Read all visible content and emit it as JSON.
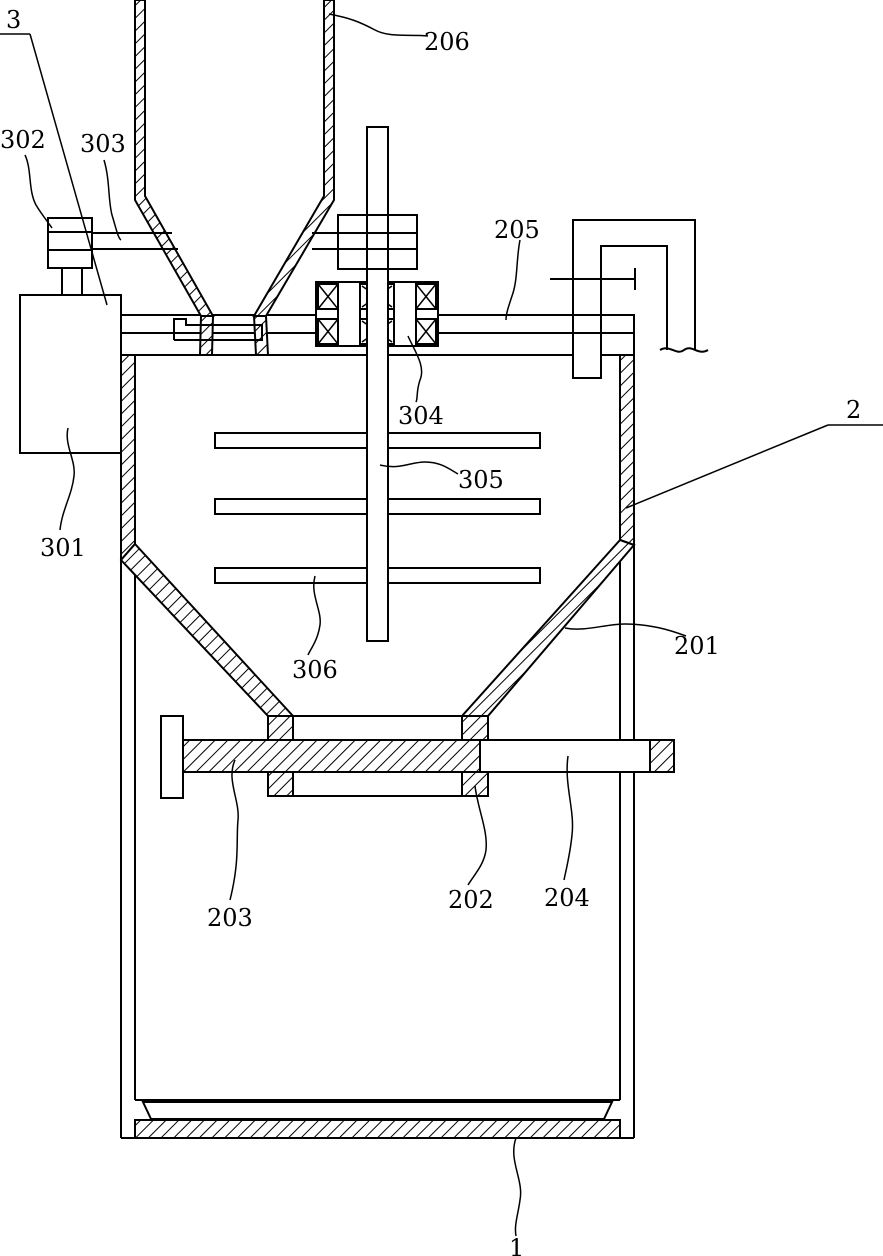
{
  "labels": {
    "l206": "206",
    "l3": "3",
    "l302": "302",
    "l303": "303",
    "l205": "205",
    "l2": "2",
    "l304": "304",
    "l305": "305",
    "l301": "301",
    "l201": "201",
    "l306": "306",
    "l203": "203",
    "l202": "202",
    "l204": "204",
    "l1": "1"
  }
}
